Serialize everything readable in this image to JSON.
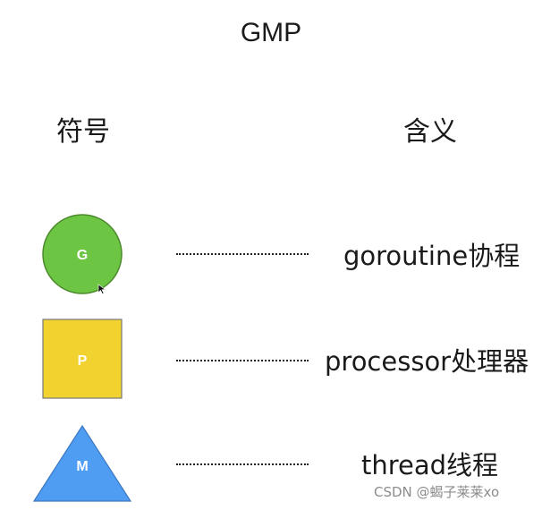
{
  "title": "GMP",
  "headers": {
    "symbol": "符号",
    "meaning": "含义"
  },
  "rows": [
    {
      "shape": "circle",
      "letter": "G",
      "fill": "#6cc644",
      "stroke": "#4e8a2c",
      "meaning": "goroutine协程"
    },
    {
      "shape": "square",
      "letter": "P",
      "fill": "#f2d22e",
      "stroke": "#777777",
      "meaning": "processor处理器"
    },
    {
      "shape": "triangle",
      "letter": "M",
      "fill": "#4f9cf3",
      "stroke": "#3a78c0",
      "meaning": "thread线程"
    }
  ],
  "watermark": "CSDN @蝎子莱莱xo"
}
